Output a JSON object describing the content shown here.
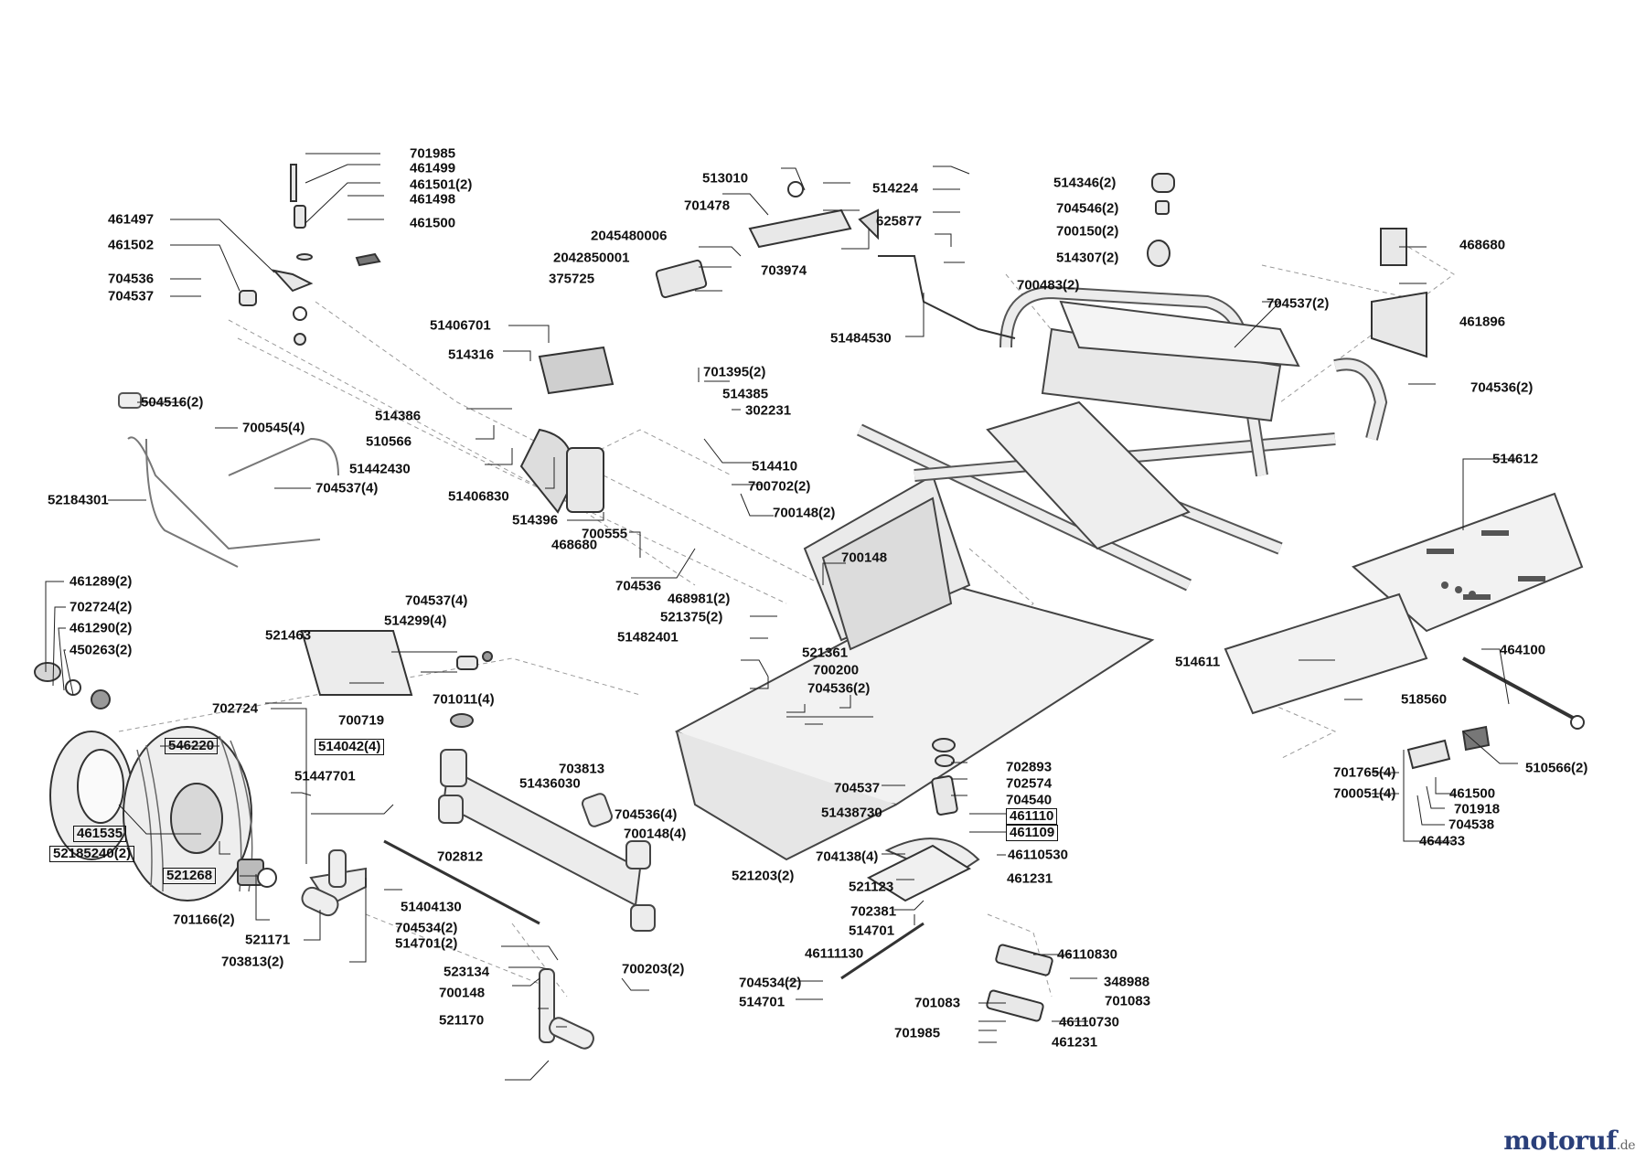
{
  "watermark": {
    "brand": "motoruf",
    "tld": ".de"
  },
  "colors": {
    "ink": "#111111",
    "leader": "#222222",
    "guide": "#999999",
    "part": "#444444"
  },
  "callouts": [
    {
      "id": "701985",
      "label": "701985",
      "boxed": false
    },
    {
      "id": "461499",
      "label": "461499",
      "boxed": false
    },
    {
      "id": "461501_2",
      "label": "461501(2)",
      "boxed": false
    },
    {
      "id": "461498",
      "label": "461498",
      "boxed": false
    },
    {
      "id": "461497",
      "label": "461497",
      "boxed": false
    },
    {
      "id": "461500a",
      "label": "461500",
      "boxed": false
    },
    {
      "id": "461502",
      "label": "461502",
      "boxed": false
    },
    {
      "id": "704536a",
      "label": "704536",
      "boxed": false
    },
    {
      "id": "704537a",
      "label": "704537",
      "boxed": false
    },
    {
      "id": "504516_2",
      "label": "504516(2)",
      "boxed": false
    },
    {
      "id": "700545_4",
      "label": "700545(4)",
      "boxed": false
    },
    {
      "id": "704537_4a",
      "label": "704537(4)",
      "boxed": false
    },
    {
      "id": "52184301",
      "label": "52184301",
      "boxed": false
    },
    {
      "id": "461289_2",
      "label": "461289(2)",
      "boxed": false
    },
    {
      "id": "702724_2",
      "label": "702724(2)",
      "boxed": false
    },
    {
      "id": "461290_2",
      "label": "461290(2)",
      "boxed": false
    },
    {
      "id": "450263_2",
      "label": "450263(2)",
      "boxed": false
    },
    {
      "id": "546220",
      "label": "546220",
      "boxed": true
    },
    {
      "id": "461535",
      "label": "461535",
      "boxed": true
    },
    {
      "id": "52185240_2",
      "label": "52185240(2)",
      "boxed": true
    },
    {
      "id": "521268",
      "label": "521268",
      "boxed": true
    },
    {
      "id": "701166_2",
      "label": "701166(2)",
      "boxed": false
    },
    {
      "id": "521171",
      "label": "521171",
      "boxed": false
    },
    {
      "id": "703813_2",
      "label": "703813(2)",
      "boxed": false
    },
    {
      "id": "702724",
      "label": "702724",
      "boxed": false
    },
    {
      "id": "513010",
      "label": "513010",
      "boxed": false
    },
    {
      "id": "514224",
      "label": "514224",
      "boxed": false
    },
    {
      "id": "701478",
      "label": "701478",
      "boxed": false
    },
    {
      "id": "625877",
      "label": "625877",
      "boxed": false
    },
    {
      "id": "2045480006",
      "label": "2045480006",
      "boxed": false
    },
    {
      "id": "2042850001",
      "label": "2042850001",
      "boxed": false
    },
    {
      "id": "375725",
      "label": "375725",
      "boxed": false
    },
    {
      "id": "703974",
      "label": "703974",
      "boxed": false
    },
    {
      "id": "51484530",
      "label": "51484530",
      "boxed": false
    },
    {
      "id": "51406701",
      "label": "51406701",
      "boxed": false
    },
    {
      "id": "514316",
      "label": "514316",
      "boxed": false
    },
    {
      "id": "514386",
      "label": "514386",
      "boxed": false
    },
    {
      "id": "510566",
      "label": "510566",
      "boxed": false
    },
    {
      "id": "51442430",
      "label": "51442430",
      "boxed": false
    },
    {
      "id": "51406830",
      "label": "51406830",
      "boxed": false
    },
    {
      "id": "514396",
      "label": "514396",
      "boxed": false
    },
    {
      "id": "468680a",
      "label": "468680",
      "boxed": false
    },
    {
      "id": "701395_2",
      "label": "701395(2)",
      "boxed": false
    },
    {
      "id": "514385",
      "label": "514385",
      "boxed": false
    },
    {
      "id": "302231",
      "label": "302231",
      "boxed": false
    },
    {
      "id": "514410",
      "label": "514410",
      "boxed": false
    },
    {
      "id": "700702_2",
      "label": "700702(2)",
      "boxed": false
    },
    {
      "id": "700148_2",
      "label": "700148(2)",
      "boxed": false
    },
    {
      "id": "700555",
      "label": "700555",
      "boxed": false
    },
    {
      "id": "704536b",
      "label": "704536",
      "boxed": false
    },
    {
      "id": "700148a",
      "label": "700148",
      "boxed": false
    },
    {
      "id": "468981_2",
      "label": "468981(2)",
      "boxed": false
    },
    {
      "id": "521375_2",
      "label": "521375(2)",
      "boxed": false
    },
    {
      "id": "51482401",
      "label": "51482401",
      "boxed": false
    },
    {
      "id": "521361",
      "label": "521361",
      "boxed": false
    },
    {
      "id": "700200",
      "label": "700200",
      "boxed": false
    },
    {
      "id": "704536_2",
      "label": "704536(2)",
      "boxed": false
    },
    {
      "id": "704537_4b",
      "label": "704537(4)",
      "boxed": false
    },
    {
      "id": "514299_4",
      "label": "514299(4)",
      "boxed": false
    },
    {
      "id": "521463",
      "label": "521463",
      "boxed": false
    },
    {
      "id": "701011_4",
      "label": "701011(4)",
      "boxed": false
    },
    {
      "id": "700719",
      "label": "700719",
      "boxed": false
    },
    {
      "id": "514042_4",
      "label": "514042(4)",
      "boxed": true
    },
    {
      "id": "51447701",
      "label": "51447701",
      "boxed": false
    },
    {
      "id": "703813",
      "label": "703813",
      "boxed": false
    },
    {
      "id": "51436030",
      "label": "51436030",
      "boxed": false
    },
    {
      "id": "704536_4",
      "label": "704536(4)",
      "boxed": false
    },
    {
      "id": "700148_4",
      "label": "700148(4)",
      "boxed": false
    },
    {
      "id": "521203_2",
      "label": "521203(2)",
      "boxed": false
    },
    {
      "id": "702812",
      "label": "702812",
      "boxed": false
    },
    {
      "id": "51404130",
      "label": "51404130",
      "boxed": false
    },
    {
      "id": "704534_2a",
      "label": "704534(2)",
      "boxed": false
    },
    {
      "id": "514701_2",
      "label": "514701(2)",
      "boxed": false
    },
    {
      "id": "523134",
      "label": "523134",
      "boxed": false
    },
    {
      "id": "700148b",
      "label": "700148",
      "boxed": false
    },
    {
      "id": "521170",
      "label": "521170",
      "boxed": false
    },
    {
      "id": "700203_2",
      "label": "700203(2)",
      "boxed": false
    },
    {
      "id": "514346_2",
      "label": "514346(2)",
      "boxed": false
    },
    {
      "id": "704546_2",
      "label": "704546(2)",
      "boxed": false
    },
    {
      "id": "700150_2",
      "label": "700150(2)",
      "boxed": false
    },
    {
      "id": "514307_2",
      "label": "514307(2)",
      "boxed": false
    },
    {
      "id": "700483_2",
      "label": "700483(2)",
      "boxed": false
    },
    {
      "id": "704537_2",
      "label": "704537(2)",
      "boxed": false
    },
    {
      "id": "468680b",
      "label": "468680",
      "boxed": false
    },
    {
      "id": "461896",
      "label": "461896",
      "boxed": false
    },
    {
      "id": "704536_2b",
      "label": "704536(2)",
      "boxed": false
    },
    {
      "id": "514612",
      "label": "514612",
      "boxed": false
    },
    {
      "id": "514611",
      "label": "514611",
      "boxed": false
    },
    {
      "id": "464100",
      "label": "464100",
      "boxed": false
    },
    {
      "id": "518560",
      "label": "518560",
      "boxed": false
    },
    {
      "id": "510566_2",
      "label": "510566(2)",
      "boxed": false
    },
    {
      "id": "701765_4",
      "label": "701765(4)",
      "boxed": false
    },
    {
      "id": "700051_4",
      "label": "700051(4)",
      "boxed": false
    },
    {
      "id": "461500b",
      "label": "461500",
      "boxed": false
    },
    {
      "id": "701918",
      "label": "701918",
      "boxed": false
    },
    {
      "id": "704538",
      "label": "704538",
      "boxed": false
    },
    {
      "id": "464433",
      "label": "464433",
      "boxed": false
    },
    {
      "id": "702893",
      "label": "702893",
      "boxed": false
    },
    {
      "id": "702574",
      "label": "702574",
      "boxed": false
    },
    {
      "id": "704540",
      "label": "704540",
      "boxed": false
    },
    {
      "id": "704537b",
      "label": "704537",
      "boxed": false
    },
    {
      "id": "461110",
      "label": "461110",
      "boxed": true
    },
    {
      "id": "51438730",
      "label": "51438730",
      "boxed": false
    },
    {
      "id": "461109",
      "label": "461109",
      "boxed": true
    },
    {
      "id": "704138_4",
      "label": "704138(4)",
      "boxed": false
    },
    {
      "id": "46110530",
      "label": "46110530",
      "boxed": false
    },
    {
      "id": "521123",
      "label": "521123",
      "boxed": false
    },
    {
      "id": "461231a",
      "label": "461231",
      "boxed": false
    },
    {
      "id": "702381",
      "label": "702381",
      "boxed": false
    },
    {
      "id": "514701a",
      "label": "514701",
      "boxed": false
    },
    {
      "id": "46111130",
      "label": "46111130",
      "boxed": false
    },
    {
      "id": "46110830",
      "label": "46110830",
      "boxed": false
    },
    {
      "id": "704534_2b",
      "label": "704534(2)",
      "boxed": false
    },
    {
      "id": "348988",
      "label": "348988",
      "boxed": false
    },
    {
      "id": "514701b",
      "label": "514701",
      "boxed": false
    },
    {
      "id": "701083a",
      "label": "701083",
      "boxed": false
    },
    {
      "id": "701083b",
      "label": "701083",
      "boxed": false
    },
    {
      "id": "46110730",
      "label": "46110730",
      "boxed": false
    },
    {
      "id": "701985b",
      "label": "701985",
      "boxed": false
    },
    {
      "id": "461231b",
      "label": "461231",
      "boxed": false
    }
  ]
}
